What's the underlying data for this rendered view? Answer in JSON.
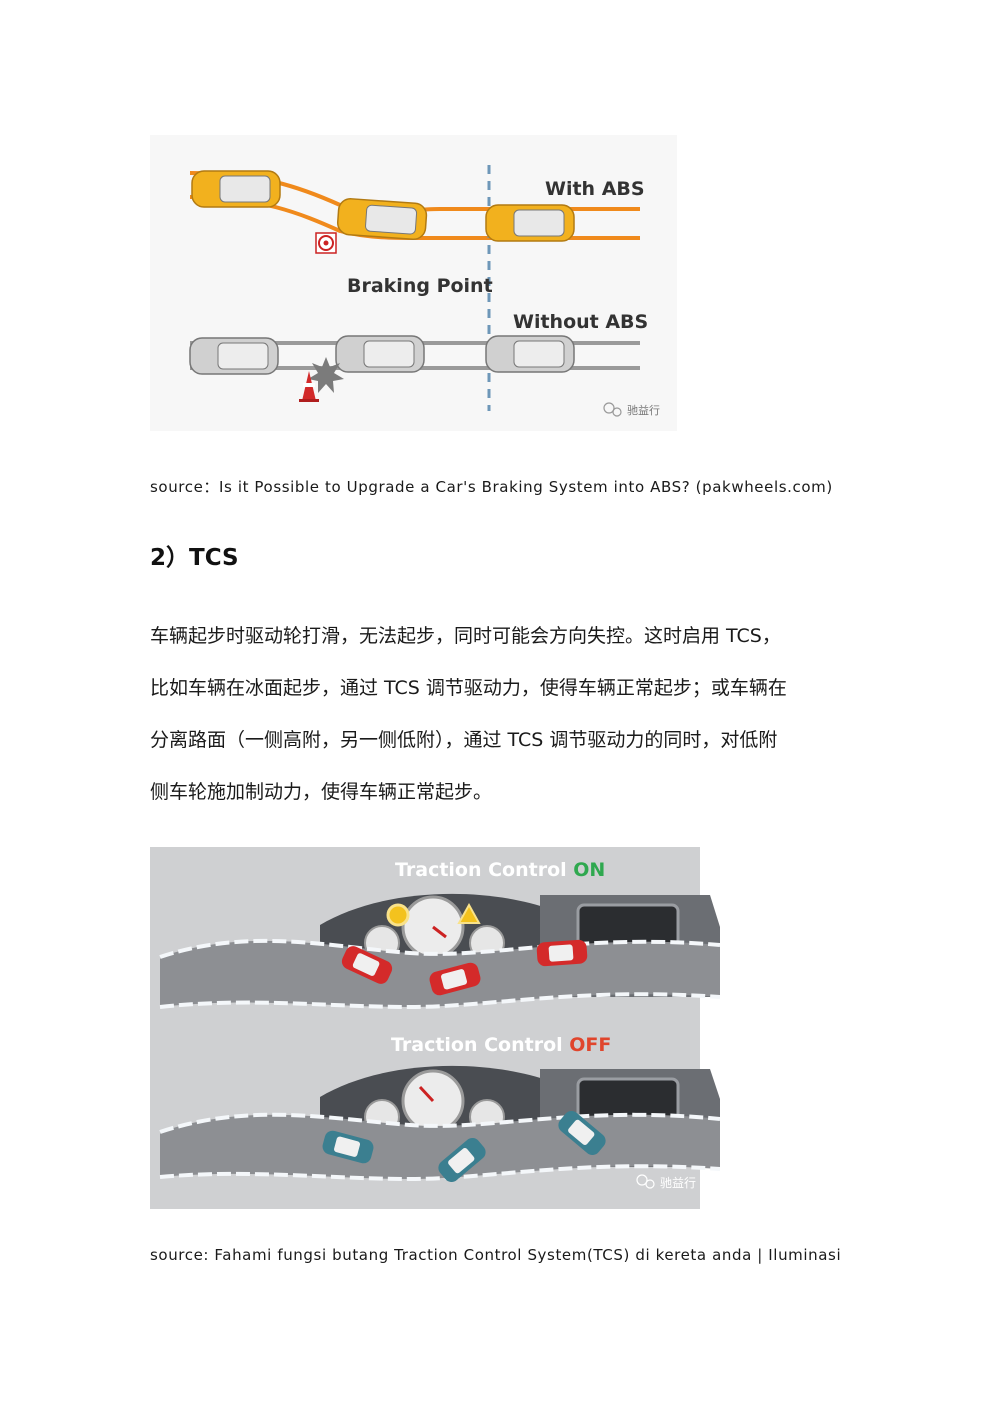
{
  "abs_figure": {
    "label_with": "With ABS",
    "label_braking_point": "Braking Point",
    "label_without": "Without ABS",
    "watermark": "驰益行",
    "colors": {
      "with_track": "#f08a1c",
      "without_track": "#9a9a9a",
      "divider": "#6e97b8",
      "car_with": "#f2b11e",
      "car_without": "#d0d0d0"
    }
  },
  "abs_caption": "source：Is it Possible to Upgrade a Car's Braking System into ABS? (pakwheels.com)",
  "section_heading": "2）TCS",
  "tcs_paragraph_lines": [
    "车辆起步时驱动轮打滑，无法起步，同时可能会方向失控。这时启用 TCS，",
    "比如车辆在冰面起步，通过 TCS 调节驱动力，使得车辆正常起步；或车辆在",
    "分离路面（一侧高附，另一侧低附），通过 TCS 调节驱动力的同时，对低附",
    "侧车轮施加制动力，使得车辆正常起步。"
  ],
  "tcs_figure": {
    "title_on_prefix": "Traction Control ",
    "title_on_state": "ON",
    "title_off_prefix": "Traction Control ",
    "title_off_state": "OFF",
    "watermark": "驰益行",
    "colors": {
      "background": "#cfd0d2",
      "road": "#8d8f93",
      "on_green": "#2fa84f",
      "off_red": "#e0452c",
      "car_on": "#d42a2a",
      "car_off": "#3b7f90"
    }
  },
  "tcs_caption": "source: Fahami fungsi butang Traction Control System(TCS) di kereta anda | Iluminasi"
}
